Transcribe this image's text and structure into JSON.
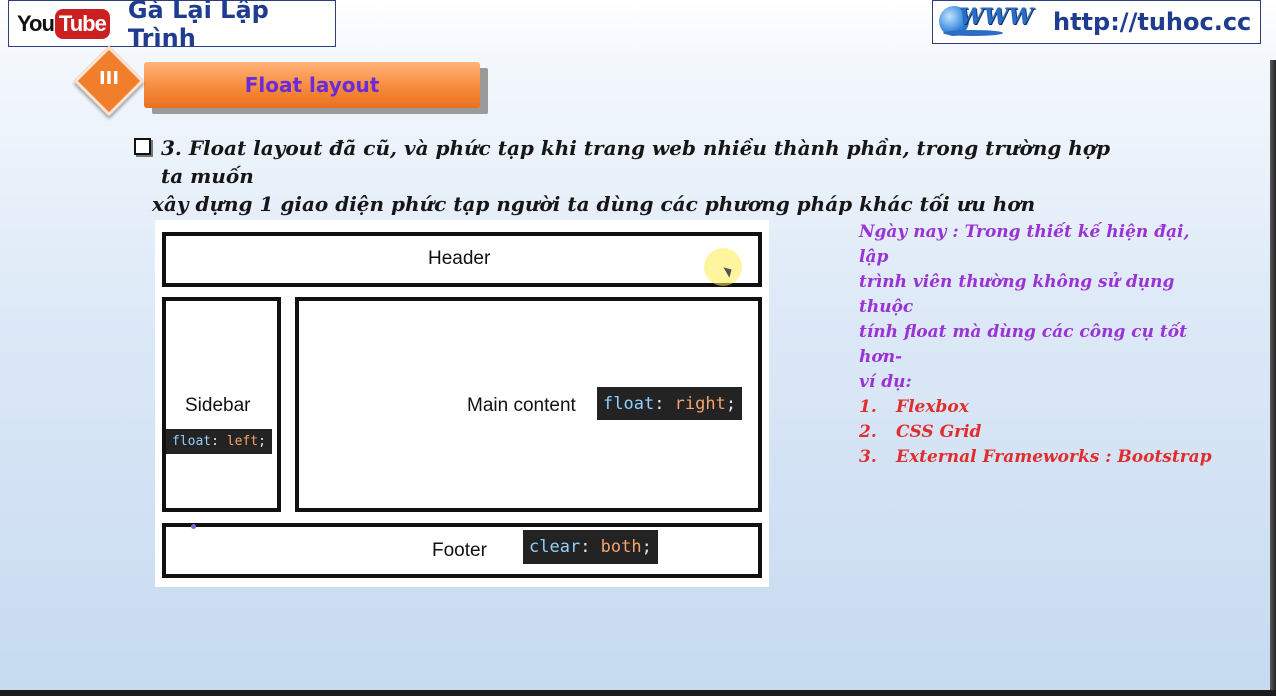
{
  "header": {
    "youtube_you": "You",
    "youtube_tube": "Tube",
    "channel_name": "Gà Lại Lập Trình",
    "www_text": "WWW",
    "site_url": "http://tuhoc.cc"
  },
  "section": {
    "number": "III",
    "title": "Float layout"
  },
  "bullet": {
    "line1": "3. Float layout đã cũ, và phức tạp khi trang web nhiều thành phần, trong trường hợp ta muốn",
    "line2": "xây dựng 1 giao diện phức tạp người ta dùng các phương pháp khác tối ưu hơn"
  },
  "diagram": {
    "header_label": "Header",
    "sidebar_label": "Sidebar",
    "main_label": "Main content",
    "footer_label": "Footer",
    "sidebar_code": {
      "prop": "float",
      "value": "left"
    },
    "main_code": {
      "prop": "float",
      "value": "right"
    },
    "footer_code": {
      "prop": "clear",
      "value": "both"
    }
  },
  "note": {
    "intro_lines": [
      "Ngày nay : Trong thiết kế hiện đại, lập",
      "trình viên thường không sử dụng thuộc",
      "tính float mà dùng các công cụ tốt hơn-",
      "ví dụ:"
    ],
    "items": [
      {
        "num": "1.",
        "label": "Flexbox"
      },
      {
        "num": "2.",
        "label": "CSS Grid"
      },
      {
        "num": "3.",
        "label": "External Frameworks : Bootstrap"
      }
    ]
  },
  "colors": {
    "brand_blue": "#1f3c8f",
    "banner_orange": "#f68b3d",
    "banner_text": "#6a2bd9",
    "note_purple": "#9a33d6",
    "note_red": "#e12d2d"
  }
}
